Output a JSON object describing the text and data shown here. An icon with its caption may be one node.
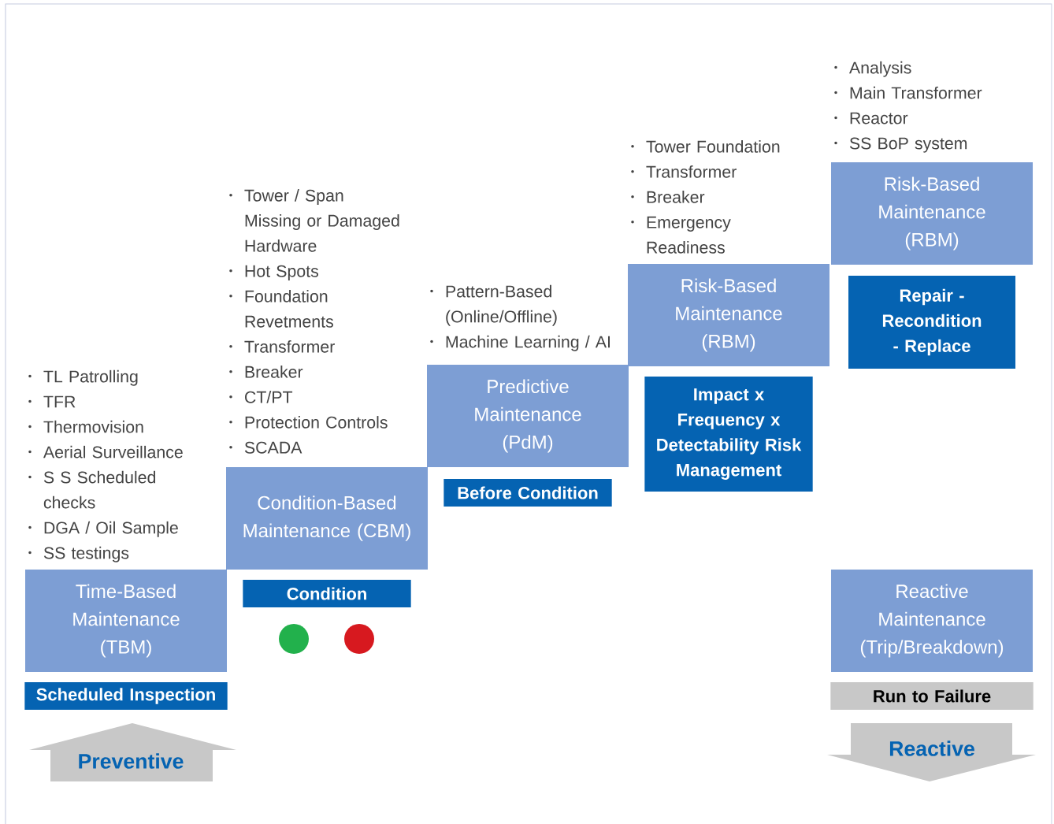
{
  "diagram": {
    "nodes": [
      {
        "text": [
          "Time-Based Maintenance (TBM)"
        ],
        "beside": [
          "TL Patrolling",
          "TFR",
          "Thermovision",
          "Aerial Surveillance",
          "S S Scheduled checks",
          "DGA / Oil Sample",
          "SS testings"
        ]
      },
      {
        "text": [
          "Scheduled Inspection"
        ]
      },
      {
        "text": [
          "Condition-Based Maintenance (CBM)"
        ],
        "beside": [
          "Tower / Span Missing or Damaged Hardware",
          "Hot Spots",
          "Foundation Revetments",
          "Transformer",
          "Breaker",
          "CT/PT",
          "Protection Controls",
          "SCADA"
        ]
      },
      {
        "text": [
          "Condition"
        ]
      },
      {
        "text": [],
        "shape": "circle"
      },
      {
        "text": [],
        "shape": "circle"
      },
      {
        "text": [
          "Predictive Maintenance (PdM)"
        ],
        "beside": [
          "Pattern-Based (Online/Offline)",
          "Machine Learning / AI"
        ]
      },
      {
        "text": [
          "Before Condition"
        ]
      },
      {
        "text": [
          "Risk-Based Maintenance (RBM)"
        ],
        "beside": [
          "Tower Foundation",
          "Transformer",
          "Breaker",
          "Emergency Readiness"
        ]
      },
      {
        "text": [
          "Impact x Frequency x Detectability Risk Management"
        ]
      },
      {
        "text": [
          "Risk-Based Maintenance (RBM)"
        ],
        "beside": [
          "Analysis",
          "Main Transformer",
          "Reactor",
          "SS BoP system"
        ]
      },
      {
        "text": [
          "Repair - Recondition - Replace"
        ]
      },
      {
        "text": [
          "Reactive Maintenance (Trip/Breakdown)"
        ]
      },
      {
        "text": [
          "Run to Failure"
        ]
      },
      {
        "text": [
          "Preventive"
        ]
      },
      {
        "text": [
          "Reactive"
        ]
      }
    ]
  }
}
